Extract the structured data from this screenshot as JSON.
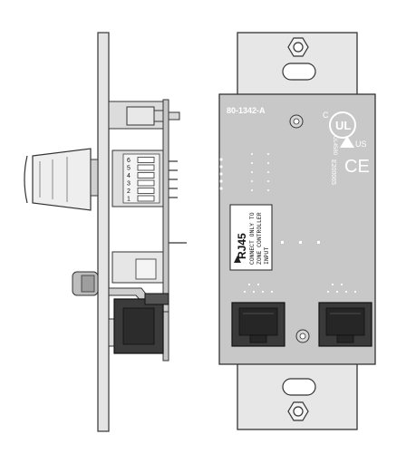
{
  "part_number": "80-1342-A",
  "jack_label": "RJ45",
  "warning_lines": [
    "CONNECT ONLY TO",
    "ZONE CONTROLLER",
    "INPUT"
  ],
  "cert_marks": {
    "ul_text": "UL",
    "c_text": "C",
    "us_text": "US",
    "ul_file": "UL4580",
    "ce_text": "CE",
    "rcm_code": "E200065"
  },
  "dip_switch_numbers": [
    "1",
    "2",
    "3",
    "4",
    "5",
    "6"
  ],
  "colors": {
    "plate": "#e6e6e6",
    "board": "#c9c9c9",
    "outline": "#333333",
    "jack": "#3a3a3a",
    "label_bg": "#ffffff"
  }
}
